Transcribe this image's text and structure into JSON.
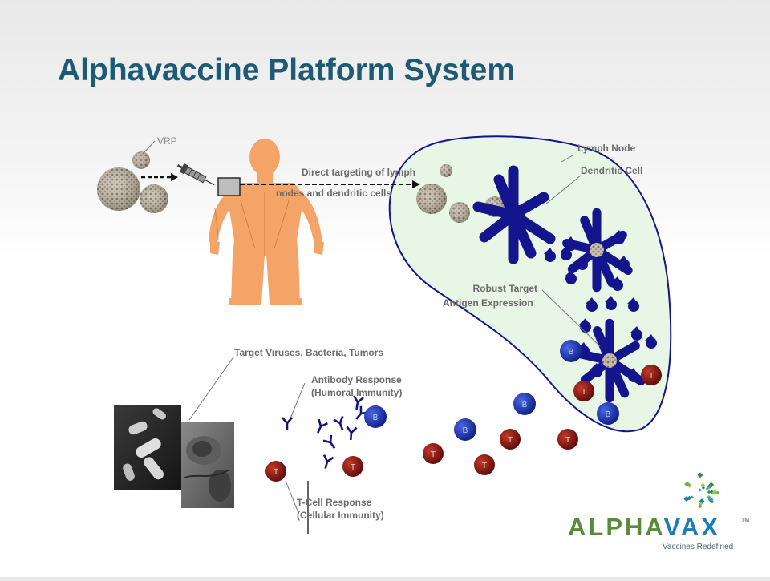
{
  "title": "Alphavaccine Platform System",
  "labels": {
    "vrp": "VRP",
    "targeting_line1": "Direct targeting of lymph",
    "targeting_line2": "nodes and dendritic cells",
    "lymph_node": "Lymph Node",
    "dendritic_cell": "Dendritic Cell",
    "robust_line1": "Robust Target",
    "robust_line2": "Antigen Expression",
    "target": "Target Viruses, Bacteria, Tumors",
    "antibody_line1": "Antibody Response",
    "antibody_line2": "(Humoral Immunity)",
    "tcell_line1": "T-Cell Response",
    "tcell_line2": "(Cellular Immunity)"
  },
  "cell_letters": {
    "b": "B",
    "t": "T"
  },
  "logo": {
    "word_a": "ALPHA",
    "word_b": "VAX",
    "tagline": "Vaccines Redefined",
    "tm": "TM"
  },
  "colors": {
    "title": "#1d5a74",
    "b_cell": "#1a2fa6",
    "t_cell": "#8a1212",
    "lymph_fill": "#e8f6e6",
    "body": "#f5a468",
    "dendritic": "#14148c"
  },
  "icons": [
    "syringe-icon",
    "virus-particle-icon",
    "antibody-icon",
    "human-body-icon",
    "dendritic-cell-icon"
  ]
}
